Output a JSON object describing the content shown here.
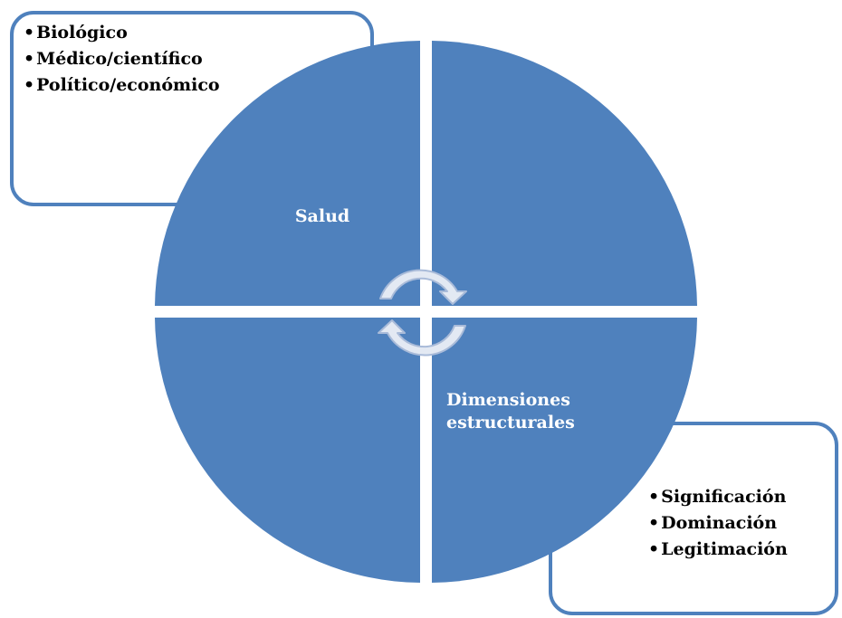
{
  "colors": {
    "quadrant_fill": "#4f81bd",
    "callout_border": "#4f81bd",
    "arrow_fill": "#e3e9f3",
    "arrow_stroke": "#a9bbd9",
    "label_text": "#ffffff",
    "list_text": "#000000"
  },
  "diagram": {
    "quadrants": [
      {
        "label": "Salud"
      },
      {
        "label": ""
      },
      {
        "label": ""
      },
      {
        "label": "Dimensiones estructurales"
      }
    ],
    "center_icon": "cycle-arrows-icon"
  },
  "callouts": {
    "top_left": {
      "items": [
        "Biológico",
        "Médico/científico",
        "Político/económico"
      ]
    },
    "bottom_right": {
      "items": [
        "Significación",
        "Dominación",
        "Legitimación"
      ]
    }
  }
}
